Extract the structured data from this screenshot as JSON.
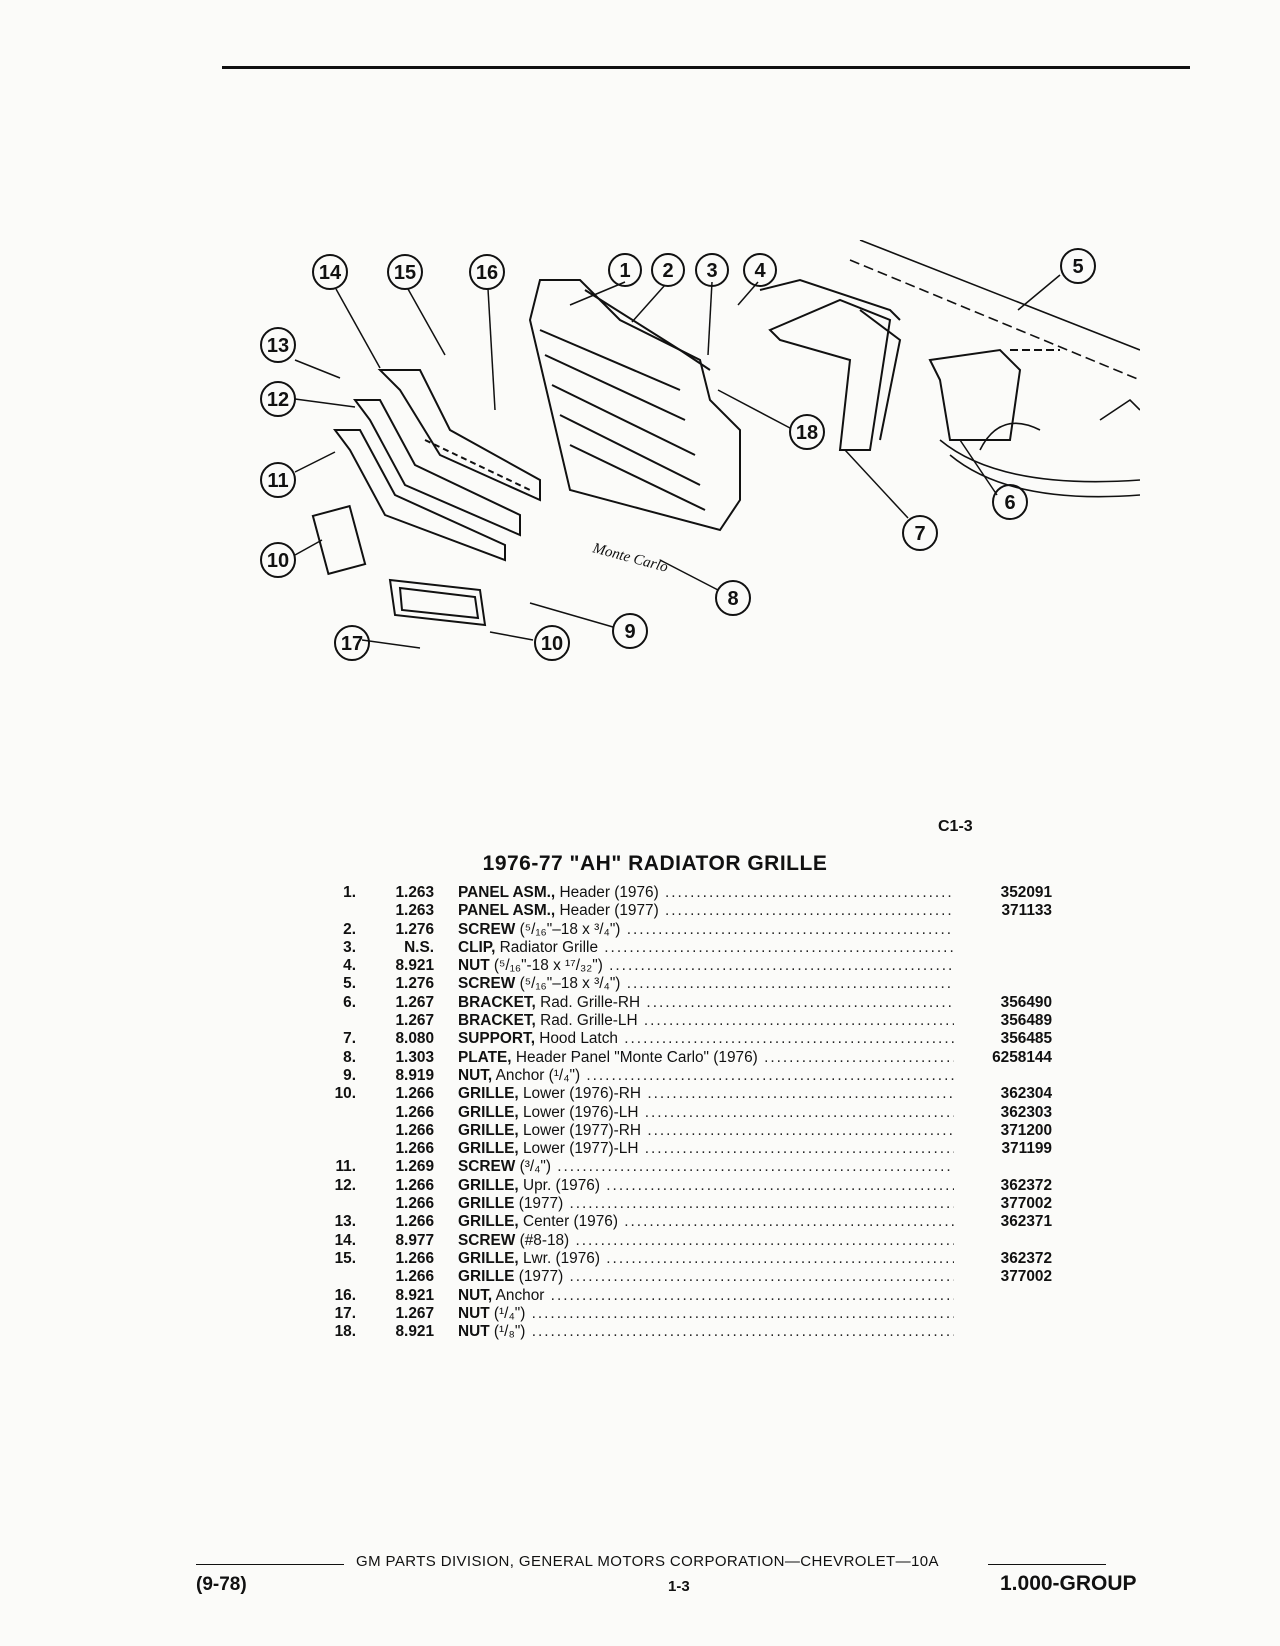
{
  "figure": {
    "code": "C1-3",
    "callouts": [
      "1",
      "2",
      "3",
      "4",
      "5",
      "6",
      "7",
      "8",
      "9",
      "10",
      "10",
      "11",
      "12",
      "13",
      "14",
      "15",
      "16",
      "17",
      "18"
    ],
    "emblem_text": "Monte Carlo"
  },
  "title": "1976-77 \"AH\" RADIATOR GRILLE",
  "parts": [
    {
      "num": "1.",
      "group": "1.263",
      "name": "PANEL ASM.,",
      "desc": " Header (1976)",
      "part": "352091"
    },
    {
      "num": "",
      "group": "1.263",
      "name": "PANEL ASM.,",
      "desc": " Header (1977)",
      "part": "371133"
    },
    {
      "num": "2.",
      "group": "1.276",
      "name": "SCREW",
      "desc": " (⁵/₁₆\"–18 x ³/₄\")",
      "part": ""
    },
    {
      "num": "3.",
      "group": "N.S.",
      "name": "CLIP,",
      "desc": " Radiator Grille",
      "part": ""
    },
    {
      "num": "4.",
      "group": "8.921",
      "name": "NUT",
      "desc": " (⁵/₁₆\"-18 x ¹⁷/₃₂\")",
      "part": ""
    },
    {
      "num": "5.",
      "group": "1.276",
      "name": "SCREW",
      "desc": " (⁵/₁₆\"–18 x ³/₄\")",
      "part": ""
    },
    {
      "num": "6.",
      "group": "1.267",
      "name": "BRACKET,",
      "desc": " Rad. Grille-RH",
      "part": "356490"
    },
    {
      "num": "",
      "group": "1.267",
      "name": "BRACKET,",
      "desc": " Rad. Grille-LH",
      "part": "356489"
    },
    {
      "num": "7.",
      "group": "8.080",
      "name": "SUPPORT,",
      "desc": " Hood Latch",
      "part": "356485"
    },
    {
      "num": "8.",
      "group": "1.303",
      "name": "PLATE,",
      "desc": " Header Panel \"Monte Carlo\" (1976)",
      "part": "6258144"
    },
    {
      "num": "9.",
      "group": "8.919",
      "name": "NUT,",
      "desc": " Anchor (¹/₄\")",
      "part": ""
    },
    {
      "num": "10.",
      "group": "1.266",
      "name": "GRILLE,",
      "desc": " Lower (1976)-RH",
      "part": "362304"
    },
    {
      "num": "",
      "group": "1.266",
      "name": "GRILLE,",
      "desc": " Lower (1976)-LH",
      "part": "362303"
    },
    {
      "num": "",
      "group": "1.266",
      "name": "GRILLE,",
      "desc": " Lower (1977)-RH",
      "part": "371200"
    },
    {
      "num": "",
      "group": "1.266",
      "name": "GRILLE,",
      "desc": " Lower (1977)-LH",
      "part": "371199"
    },
    {
      "num": "11.",
      "group": "1.269",
      "name": "SCREW",
      "desc": " (³/₄\")",
      "part": ""
    },
    {
      "num": "12.",
      "group": "1.266",
      "name": "GRILLE,",
      "desc": " Upr. (1976)",
      "part": "362372"
    },
    {
      "num": "",
      "group": "1.266",
      "name": "GRILLE",
      "desc": " (1977)",
      "part": "377002"
    },
    {
      "num": "13.",
      "group": "1.266",
      "name": "GRILLE,",
      "desc": " Center (1976)",
      "part": "362371"
    },
    {
      "num": "14.",
      "group": "8.977",
      "name": "SCREW",
      "desc": " (#8-18)",
      "part": ""
    },
    {
      "num": "15.",
      "group": "1.266",
      "name": "GRILLE,",
      "desc": " Lwr. (1976)",
      "part": "362372"
    },
    {
      "num": "",
      "group": "1.266",
      "name": "GRILLE",
      "desc": " (1977)",
      "part": "377002"
    },
    {
      "num": "16.",
      "group": "8.921",
      "name": "NUT,",
      "desc": " Anchor",
      "part": ""
    },
    {
      "num": "17.",
      "group": "1.267",
      "name": "NUT",
      "desc": " (¹/₄\")",
      "part": ""
    },
    {
      "num": "18.",
      "group": "8.921",
      "name": "NUT",
      "desc": " (¹/₈\")",
      "part": ""
    }
  ],
  "footer": {
    "corporation": "GM PARTS DIVISION, GENERAL MOTORS CORPORATION—CHEVROLET—10A",
    "date_code": "(9-78)",
    "page": "1-3",
    "group": "1.000-GROUP"
  }
}
